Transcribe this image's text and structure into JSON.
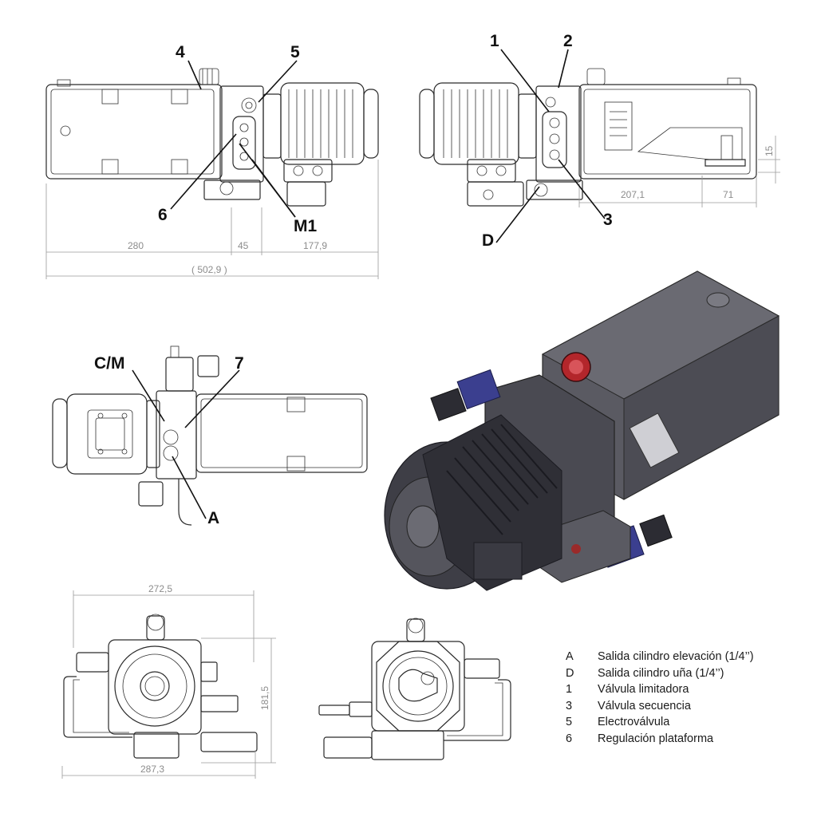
{
  "callouts": {
    "c4": "4",
    "c5": "5",
    "c6": "6",
    "cM1": "M1",
    "c1": "1",
    "c2": "2",
    "c3": "3",
    "cD": "D",
    "cCM": "C/M",
    "c7": "7",
    "cA": "A"
  },
  "dimensions": {
    "d280": "280",
    "d45": "45",
    "d1779": "177,9",
    "d5029": "( 502,9 )",
    "d2071": "207,1",
    "d71": "71",
    "d15": "15",
    "d2725": "272,5",
    "d1815": "181,5",
    "d2873": "287,3"
  },
  "legend": [
    {
      "key": "A",
      "text": "Salida cilindro elevación (1/4’’)"
    },
    {
      "key": "D",
      "text": "Salida cilindro uña (1/4’’)"
    },
    {
      "key": "1",
      "text": "Válvula limitadora"
    },
    {
      "key": "3",
      "text": "Válvula secuencia"
    },
    {
      "key": "5",
      "text": "Electroválvula"
    },
    {
      "key": "6",
      "text": "Regulación plataforma"
    }
  ],
  "colors": {
    "line": "#2a2a2a",
    "dimension": "#9a9a9a",
    "render_body": "#4a4a52",
    "render_dark": "#2c2c33",
    "coil_blue": "#3b3f8f",
    "knob_red": "#b3262b"
  }
}
